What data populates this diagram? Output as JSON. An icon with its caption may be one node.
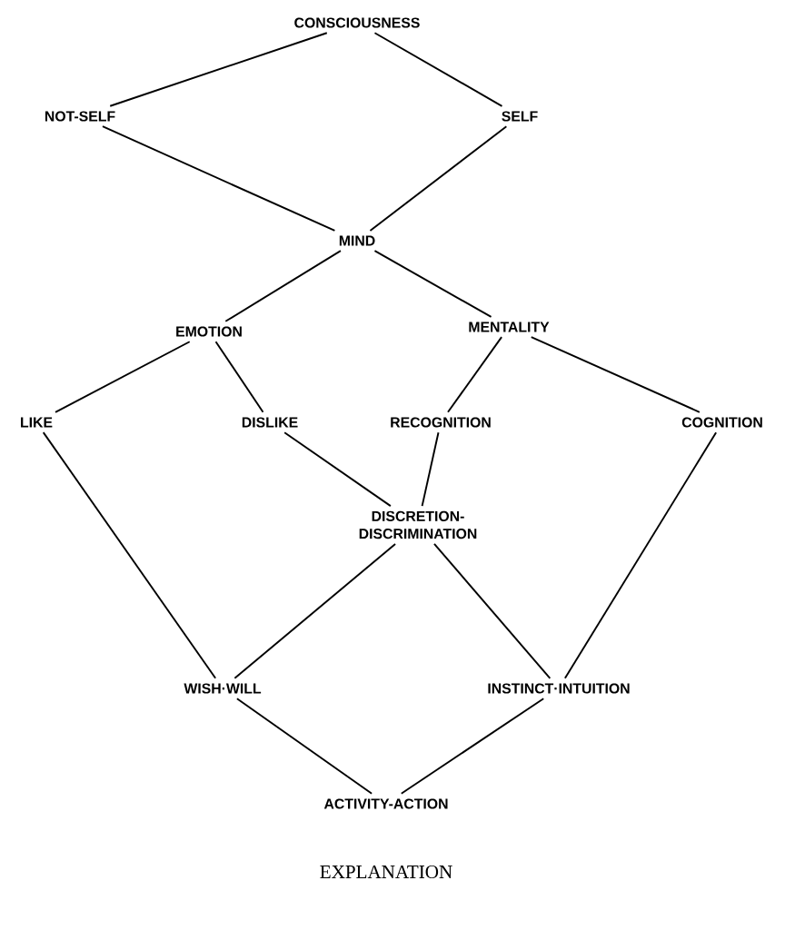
{
  "diagram": {
    "caption": "EXPLANATION",
    "nodes": [
      {
        "text": [
          "CONSCIOUSNESS"
        ]
      },
      {
        "text": [
          "NOT-SELF"
        ]
      },
      {
        "text": [
          "SELF"
        ]
      },
      {
        "text": [
          "MIND"
        ]
      },
      {
        "text": [
          "EMOTION"
        ]
      },
      {
        "text": [
          "MENTALITY"
        ]
      },
      {
        "text": [
          "LIKE"
        ]
      },
      {
        "text": [
          "DISLIKE"
        ]
      },
      {
        "text": [
          "RECOGNITION"
        ]
      },
      {
        "text": [
          "COGNITION"
        ]
      },
      {
        "text": [
          "DISCRETION- DISCRIMINATION"
        ]
      },
      {
        "text": [
          "WISH·WILL"
        ]
      },
      {
        "text": [
          "INSTINCT·INTUITION"
        ]
      },
      {
        "text": [
          "ACTIVITY-ACTION"
        ]
      }
    ],
    "edges": [
      {
        "from": 0,
        "to": 1,
        "arrow": "none"
      },
      {
        "from": 0,
        "to": 2,
        "arrow": "none"
      },
      {
        "from": 1,
        "to": 3,
        "arrow": "none"
      },
      {
        "from": 2,
        "to": 3,
        "arrow": "none"
      },
      {
        "from": 3,
        "to": 4,
        "arrow": "none"
      },
      {
        "from": 3,
        "to": 5,
        "arrow": "none"
      },
      {
        "from": 4,
        "to": 6,
        "arrow": "none"
      },
      {
        "from": 4,
        "to": 7,
        "arrow": "none"
      },
      {
        "from": 5,
        "to": 8,
        "arrow": "none"
      },
      {
        "from": 5,
        "to": 9,
        "arrow": "none"
      },
      {
        "from": 7,
        "to": 10,
        "arrow": "none"
      },
      {
        "from": 8,
        "to": 10,
        "arrow": "none"
      },
      {
        "from": 6,
        "to": 11,
        "arrow": "none"
      },
      {
        "from": 10,
        "to": 11,
        "arrow": "none"
      },
      {
        "from": 10,
        "to": 12,
        "arrow": "none"
      },
      {
        "from": 9,
        "to": 12,
        "arrow": "none"
      },
      {
        "from": 11,
        "to": 13,
        "arrow": "none"
      },
      {
        "from": 12,
        "to": 13,
        "arrow": "none"
      }
    ]
  }
}
